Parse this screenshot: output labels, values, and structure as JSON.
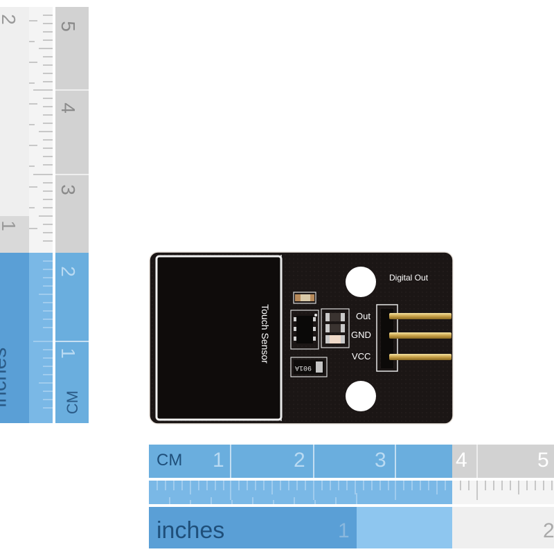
{
  "board": {
    "pad_label": "Touch Sensor",
    "header_title": "Digital Out",
    "pins": [
      "Out",
      "GND",
      "VCC"
    ],
    "chip_marking": "901A"
  },
  "ruler_bottom": {
    "cm_label": "CM",
    "cm_numbers": [
      "1",
      "2",
      "3",
      "4",
      "5"
    ],
    "inches_label": "inches",
    "inch_numbers": [
      "1",
      "2"
    ]
  },
  "ruler_left": {
    "cm_label": "CM",
    "cm_numbers": [
      "1",
      "2",
      "3",
      "4",
      "5"
    ],
    "inches_label": "inches",
    "inch_numbers": [
      "1",
      "2"
    ]
  },
  "colors": {
    "ruler_blue": "#6aaede",
    "ruler_blue_dark": "#4f93c8",
    "ruler_gray": "#d6d6d6",
    "ruler_light": "#efefef",
    "pcb": "#1b1615"
  }
}
